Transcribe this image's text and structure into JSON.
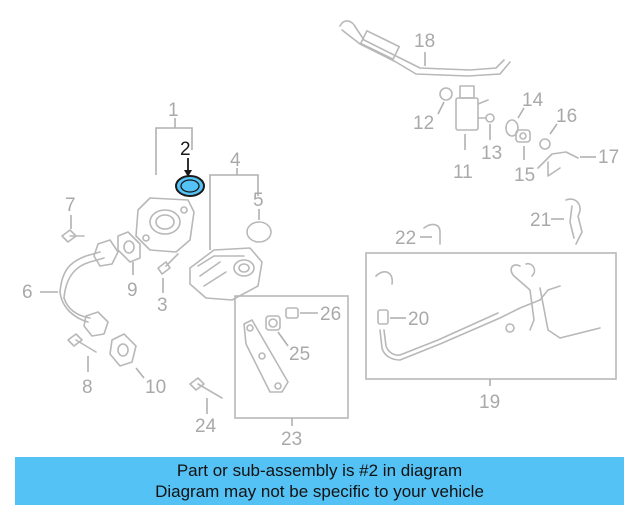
{
  "diagram": {
    "highlight": "2",
    "highlight_color": "#55c2f5",
    "callouts": [
      "1",
      "2",
      "3",
      "4",
      "5",
      "6",
      "7",
      "8",
      "9",
      "10",
      "11",
      "12",
      "13",
      "14",
      "15",
      "16",
      "17",
      "18",
      "19",
      "20",
      "21",
      "22",
      "23",
      "24",
      "25",
      "26"
    ]
  },
  "banner": {
    "line1": "Part or sub-assembly is #2 in diagram",
    "line2": "Diagram may not be specific to your vehicle",
    "color": "#55c2f5"
  }
}
